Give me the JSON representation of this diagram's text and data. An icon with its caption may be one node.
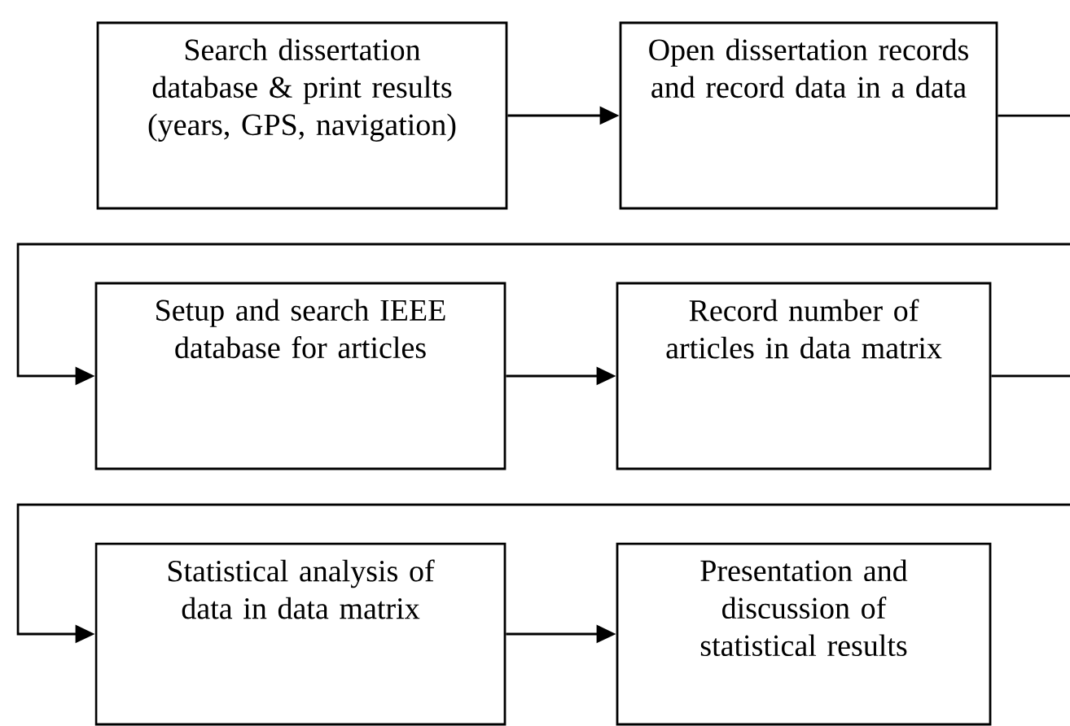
{
  "diagram": {
    "nodes": [
      {
        "text": [
          "Search dissertation database & print results (years, GPS, navigation)"
        ]
      },
      {
        "text": [
          "Open dissertation records and record data in a data"
        ]
      },
      {
        "text": [
          "Setup and search IEEE database for articles"
        ]
      },
      {
        "text": [
          "Record number of articles in data matrix"
        ]
      },
      {
        "text": [
          "Statistical analysis of data in data matrix"
        ]
      },
      {
        "text": [
          "Presentation and discussion of statistical results"
        ]
      }
    ],
    "edges": [
      {
        "from": 0,
        "to": 1,
        "arrow": "to"
      },
      {
        "from": 1,
        "to": null,
        "arrow": "none"
      },
      {
        "from": null,
        "to": 2,
        "arrow": "to"
      },
      {
        "from": 2,
        "to": 3,
        "arrow": "to"
      },
      {
        "from": 3,
        "to": null,
        "arrow": "none"
      },
      {
        "from": null,
        "to": 4,
        "arrow": "to"
      },
      {
        "from": 4,
        "to": 5,
        "arrow": "to"
      }
    ]
  }
}
